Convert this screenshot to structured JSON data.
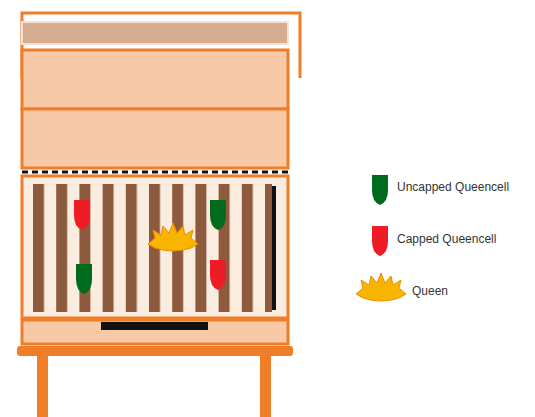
{
  "diagram": {
    "legend": [
      {
        "text": "Uncapped Queencell"
      },
      {
        "text": "Capped Queencell"
      },
      {
        "text": "Queen"
      }
    ]
  }
}
